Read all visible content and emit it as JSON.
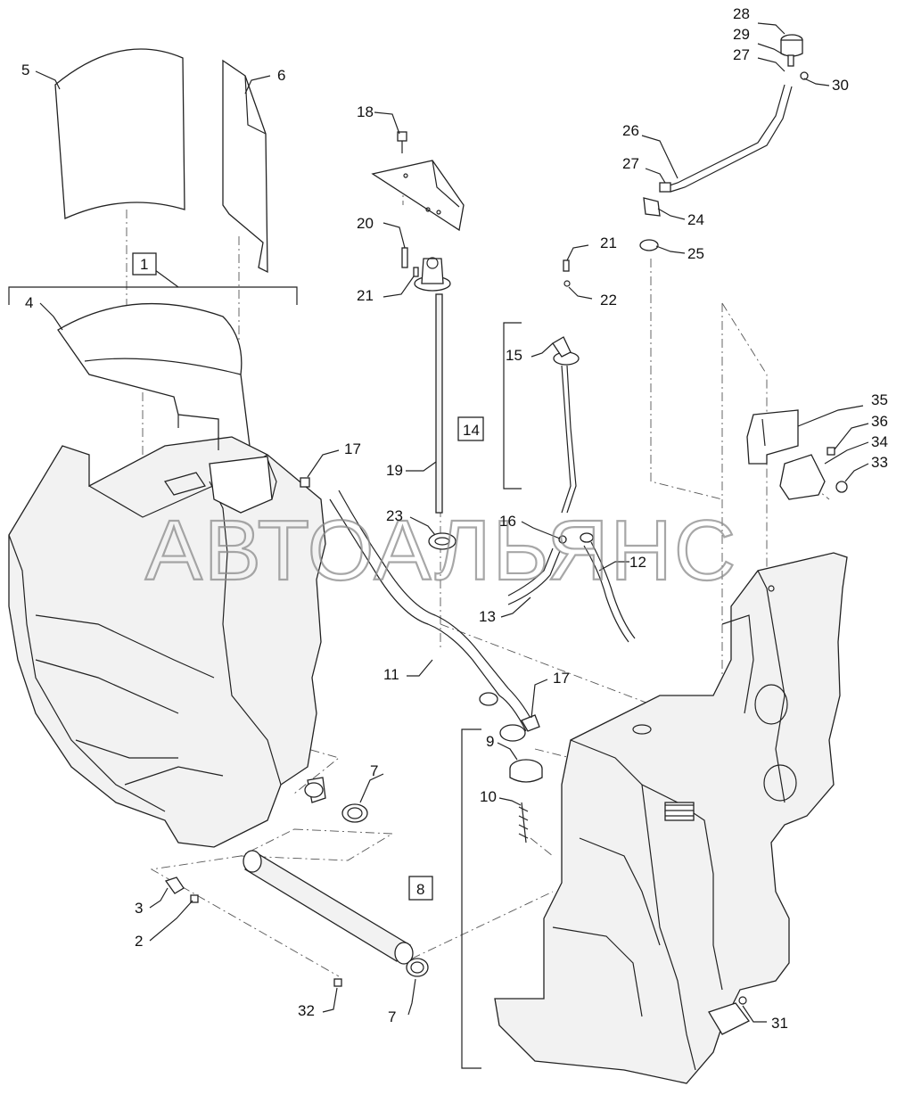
{
  "watermark": "АВТОАЛЬЯНС",
  "callouts": [
    {
      "id": "c5",
      "text": "5"
    },
    {
      "id": "c6",
      "text": "6"
    },
    {
      "id": "c1",
      "text": "1"
    },
    {
      "id": "c4",
      "text": "4"
    },
    {
      "id": "c18",
      "text": "18"
    },
    {
      "id": "c20",
      "text": "20"
    },
    {
      "id": "c21a",
      "text": "21"
    },
    {
      "id": "c21b",
      "text": "21"
    },
    {
      "id": "c22",
      "text": "22"
    },
    {
      "id": "c19",
      "text": "19"
    },
    {
      "id": "c23",
      "text": "23"
    },
    {
      "id": "c17a",
      "text": "17"
    },
    {
      "id": "c17b",
      "text": "17"
    },
    {
      "id": "c14",
      "text": "14"
    },
    {
      "id": "c15",
      "text": "15"
    },
    {
      "id": "c16",
      "text": "16"
    },
    {
      "id": "c12",
      "text": "12"
    },
    {
      "id": "c13",
      "text": "13"
    },
    {
      "id": "c11",
      "text": "11"
    },
    {
      "id": "c28",
      "text": "28"
    },
    {
      "id": "c29",
      "text": "29"
    },
    {
      "id": "c27a",
      "text": "27"
    },
    {
      "id": "c27b",
      "text": "27"
    },
    {
      "id": "c30",
      "text": "30"
    },
    {
      "id": "c26",
      "text": "26"
    },
    {
      "id": "c24",
      "text": "24"
    },
    {
      "id": "c25",
      "text": "25"
    },
    {
      "id": "c35",
      "text": "35"
    },
    {
      "id": "c36",
      "text": "36"
    },
    {
      "id": "c34",
      "text": "34"
    },
    {
      "id": "c33",
      "text": "33"
    },
    {
      "id": "c9",
      "text": "9"
    },
    {
      "id": "c10",
      "text": "10"
    },
    {
      "id": "c8",
      "text": "8"
    },
    {
      "id": "c7a",
      "text": "7"
    },
    {
      "id": "c7b",
      "text": "7"
    },
    {
      "id": "c3",
      "text": "3"
    },
    {
      "id": "c2",
      "text": "2"
    },
    {
      "id": "c32",
      "text": "32"
    },
    {
      "id": "c31",
      "text": "31"
    }
  ]
}
